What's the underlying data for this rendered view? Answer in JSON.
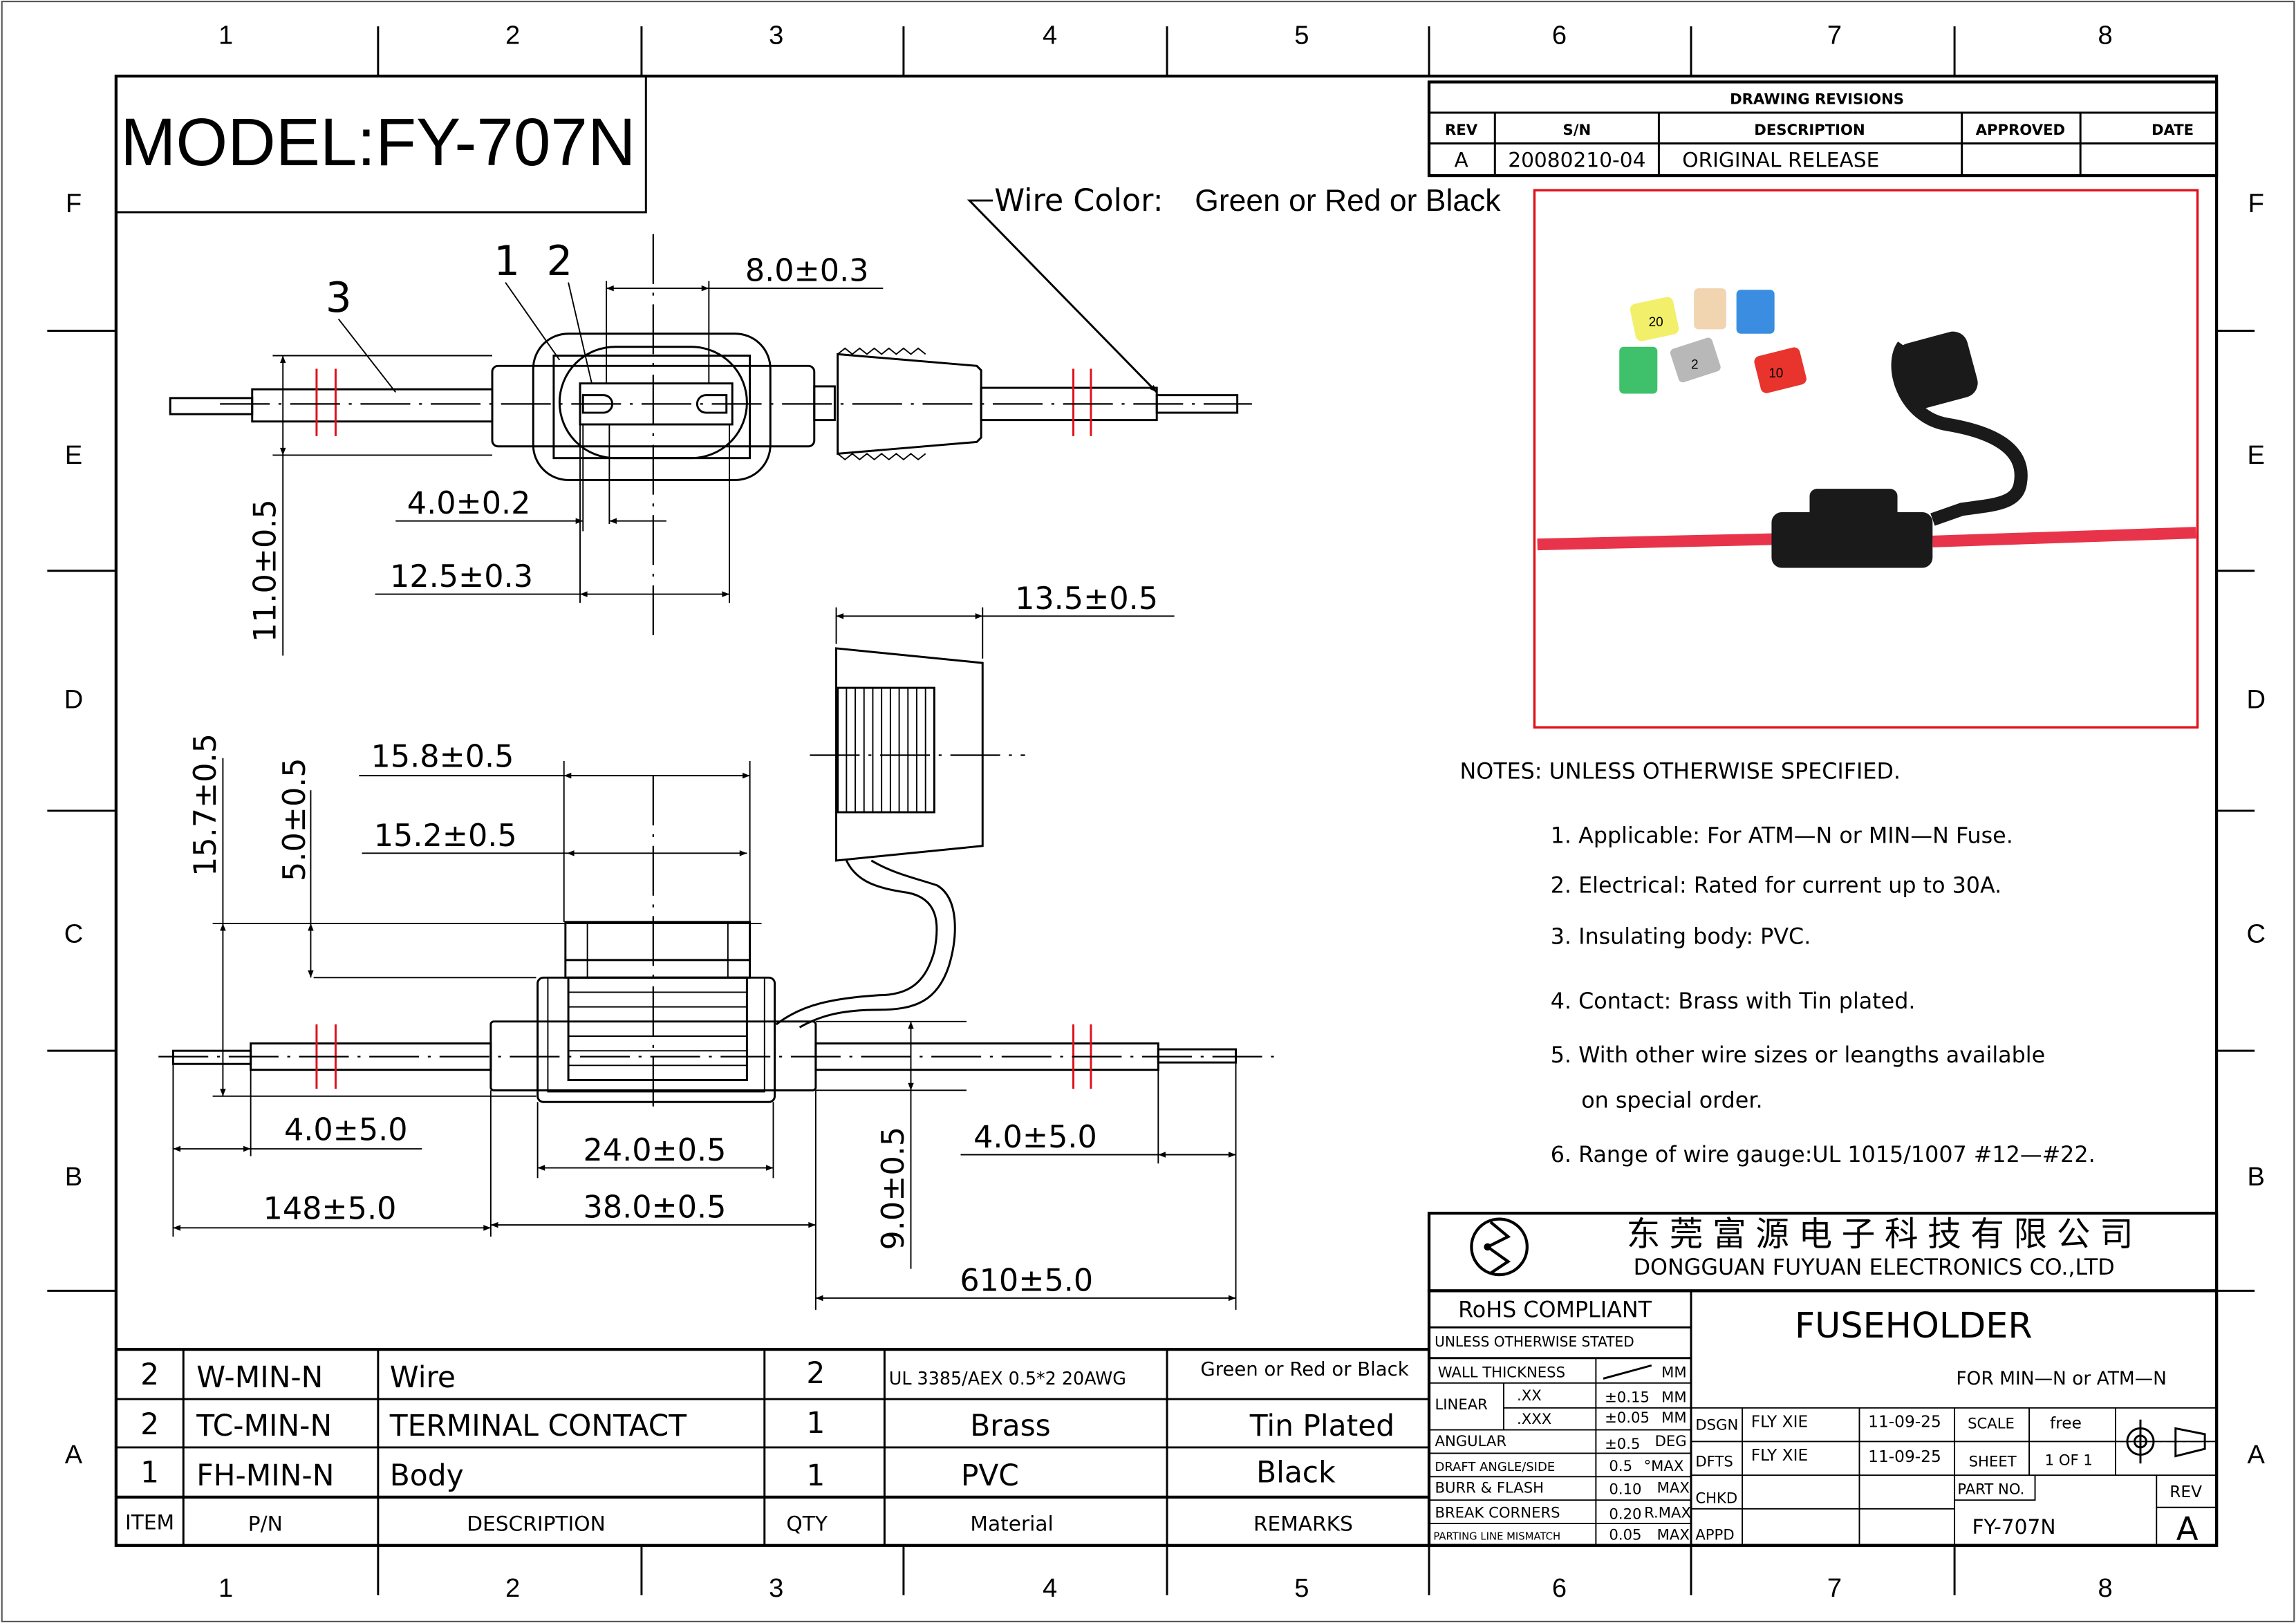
{
  "title_block_model": "MODEL:FY-707N",
  "grid": {
    "columns": [
      "1",
      "2",
      "3",
      "4",
      "5",
      "6",
      "7",
      "8"
    ],
    "rows": [
      "F",
      "E",
      "D",
      "C",
      "B",
      "A"
    ]
  },
  "wire_color_note": {
    "label": "Wire Color:",
    "value": "Green or Red or Black"
  },
  "balloons": [
    "1",
    "2",
    "3"
  ],
  "dimensions": {
    "top_view": {
      "contact_pitch": "8.0±0.3",
      "blade_width": "4.0±0.2",
      "window_length": "12.5±0.3",
      "body_height": "11.0±0.5"
    },
    "cap": {
      "cap_width": "13.5±0.5"
    },
    "side_view": {
      "outer_width": "15.8±0.5",
      "inner_width": "15.2±0.5",
      "total_height": "15.7±0.5",
      "neck_height": "5.0±0.5",
      "strip_left": "4.0±5.0",
      "lead_left": "148±5.0",
      "body_inner": "24.0±0.5",
      "body_length": "38.0±0.5",
      "wire_dia": "9.0±0.5",
      "strip_right": "4.0±5.0",
      "lead_right": "610±5.0"
    }
  },
  "revisions": {
    "title": "DRAWING  REVISIONS",
    "headers": [
      "REV",
      "S/N",
      "DESCRIPTION",
      "APPROVED",
      "DATE"
    ],
    "rows": [
      {
        "rev": "A",
        "sn": "20080210-04",
        "description": "ORIGINAL RELEASE",
        "approved": "",
        "date": ""
      }
    ]
  },
  "photo": {
    "border_color": "#e0101a",
    "fuse_labels": [
      "20",
      "2",
      "10"
    ]
  },
  "notes": {
    "heading": "NOTES:  UNLESS  OTHERWISE  SPECIFIED.",
    "items": [
      "1.  Applicable: For ATM—N or MIN—N Fuse.",
      "2. Electrical: Rated for current up to 30A.",
      "3. Insulating body: PVC.",
      "4. Contact: Brass with Tin plated.",
      "5. With other wire sizes or leangths available",
      "on special order.",
      "6. Range of wire gauge:UL 1015/1007 #12—#22."
    ]
  },
  "company": {
    "name_cn": "东 莞 富 源 电 子 科 技 有 限 公 司",
    "name_en": "DONGGUAN FUYUAN ELECTRONICS CO.,LTD"
  },
  "title_block": {
    "rohs": "RoHS COMPLIANT",
    "unless": "UNLESS OTHERWISE STATED",
    "title": "FUSEHOLDER",
    "subtitle": "FOR  MIN—N  or  ATM—N",
    "tolerances": [
      {
        "label": "WALL THICKNESS",
        "sub": "",
        "value": "",
        "unit": "MM"
      },
      {
        "label": "LINEAR",
        "sub": ".XX",
        "value": "±0.15",
        "unit": "MM"
      },
      {
        "label": "",
        "sub": ".XXX",
        "value": "±0.05",
        "unit": "MM"
      },
      {
        "label": "ANGULAR",
        "sub": "",
        "value": "±0.5",
        "unit": "DEG"
      },
      {
        "label": "DRAFT ANGLE/SIDE",
        "sub": "",
        "value": "0.5",
        "unit": "°MAX"
      },
      {
        "label": "BURR & FLASH",
        "sub": "",
        "value": "0.10",
        "unit": "MAX"
      },
      {
        "label": "BREAK   CORNERS",
        "sub": "",
        "value": "0.20",
        "unit": "R.MAX"
      },
      {
        "label": "PARTING LINE MISMATCH",
        "sub": "",
        "value": "0.05",
        "unit": "MAX"
      }
    ],
    "signoffs": [
      {
        "role": "DSGN",
        "name": "FLY XIE",
        "date": "11-09-25"
      },
      {
        "role": "DFTS",
        "name": "FLY XIE",
        "date": "11-09-25"
      },
      {
        "role": "CHKD",
        "name": "",
        "date": ""
      },
      {
        "role": "APPD",
        "name": "",
        "date": ""
      }
    ],
    "scale_label": "SCALE",
    "scale_value": "free",
    "sheet_label": "SHEET",
    "sheet_value": "1   OF   1",
    "part_no_label": "PART NO.",
    "part_no": "FY-707N",
    "rev_label": "REV",
    "rev": "A"
  },
  "bom": {
    "headers": [
      "ITEM",
      "P/N",
      "DESCRIPTION",
      "QTY",
      "Material",
      "REMARKS"
    ],
    "rows": [
      {
        "item": "2",
        "pn": "W-MIN-N",
        "description": "Wire",
        "qty": "2",
        "material": "UL 3385/AEX 0.5*2 20AWG",
        "remarks": "Green or Red or Black"
      },
      {
        "item": "2",
        "pn": "TC-MIN-N",
        "description": "TERMINAL CONTACT",
        "qty": "1",
        "material": "Brass",
        "remarks": "Tin Plated"
      },
      {
        "item": "1",
        "pn": "FH-MIN-N",
        "description": "Body",
        "qty": "1",
        "material": "PVC",
        "remarks": "Black"
      }
    ]
  }
}
